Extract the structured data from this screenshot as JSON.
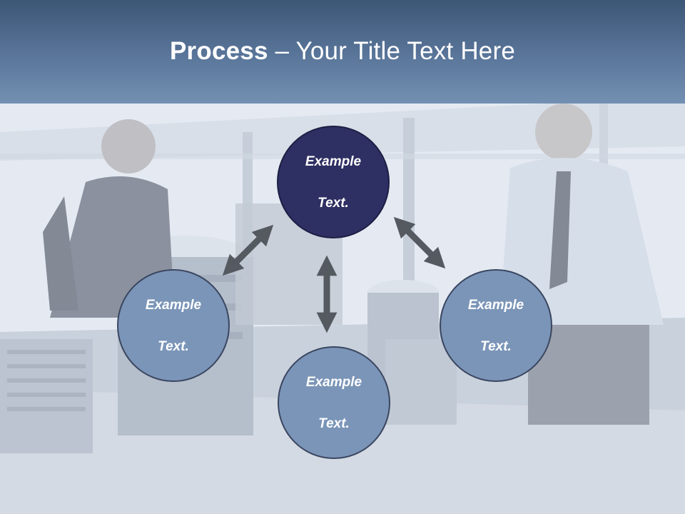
{
  "header": {
    "title_bold": "Process",
    "title_rest": " – Your Title Text Here",
    "background_color": "#4f6b90"
  },
  "diagram": {
    "nodes": [
      {
        "id": "top",
        "line1": "Example",
        "line2": "Text.",
        "color": "#2e2f62"
      },
      {
        "id": "left",
        "line1": "Example",
        "line2": "Text.",
        "color": "#7b95b8"
      },
      {
        "id": "right",
        "line1": "Example",
        "line2": "Text.",
        "color": "#7b95b8"
      },
      {
        "id": "bottom",
        "line1": "Example",
        "line2": "Text.",
        "color": "#7b95b8"
      }
    ],
    "arrow_color": "#555a60",
    "arrows": [
      "top-left double arrow",
      "top-right double arrow",
      "center vertical double arrow"
    ]
  },
  "background_image": {
    "icon": "office-meeting-photo"
  }
}
